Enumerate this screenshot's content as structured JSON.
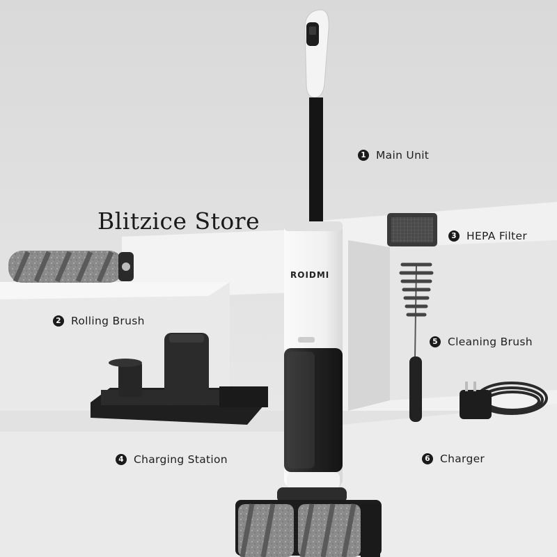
{
  "watermark": "Blitzice Store",
  "brand_logo": "ROIDMI",
  "labels": [
    {
      "num": "1",
      "text": "Main Unit"
    },
    {
      "num": "2",
      "text": "Rolling Brush"
    },
    {
      "num": "3",
      "text": "HEPA Filter"
    },
    {
      "num": "4",
      "text": "Charging Station"
    },
    {
      "num": "5",
      "text": "Cleaning Brush"
    },
    {
      "num": "6",
      "text": "Charger"
    }
  ],
  "colors": {
    "background": "#e4e4e4",
    "label_text": "#1e1e1e",
    "number_badge": "#1b1b1b",
    "accent_gray": "#6e6e6e"
  }
}
